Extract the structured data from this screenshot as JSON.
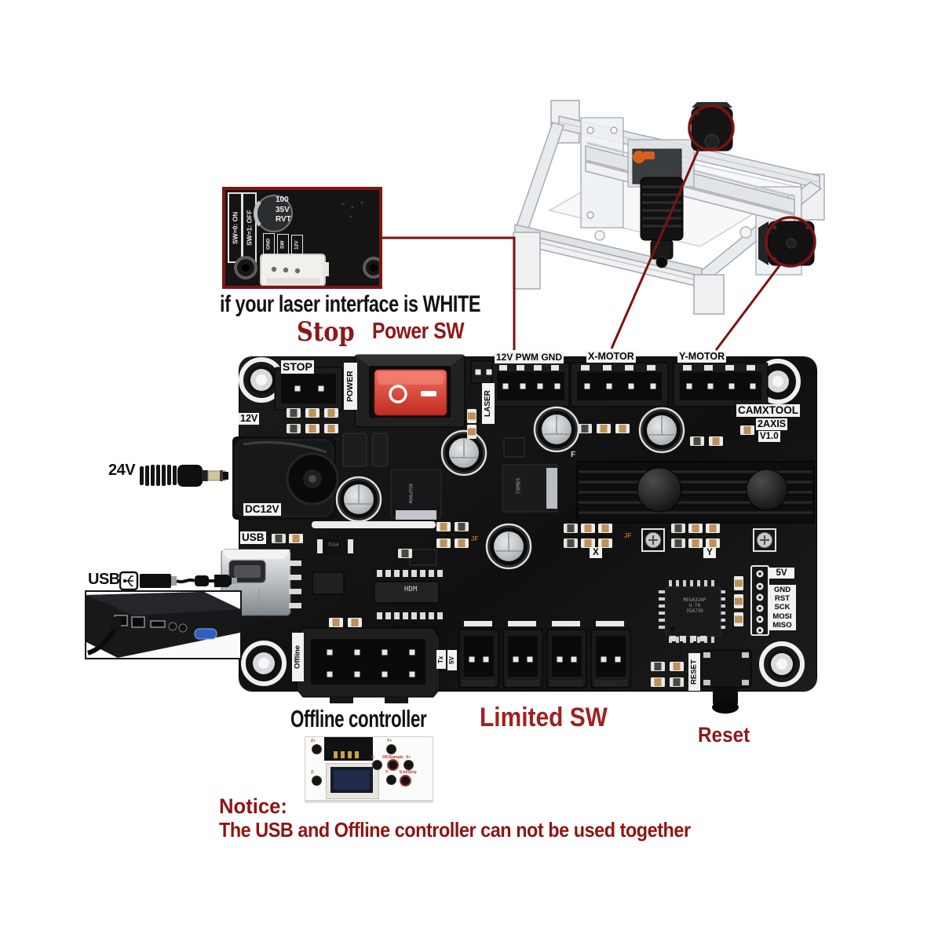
{
  "annotations": {
    "inset_caption": "if your laser interface is WHITE",
    "stop": "Stop",
    "power_sw": "Power SW",
    "v24": "24V",
    "usb": "USB",
    "offline_controller": "Offline controller",
    "limited_sw": "Limited SW",
    "reset": "Reset",
    "notice_title": "Notice:",
    "notice_body": "The USB and Offline controller can not be used together"
  },
  "inset": {
    "sw0": "SW=0: ON",
    "sw1": "SW=1: OFF",
    "cap": [
      "100",
      "35V",
      "RVT"
    ],
    "pins": [
      "GND",
      "SW",
      "12V"
    ]
  },
  "board": {
    "stop": "STOP",
    "power": "POWER",
    "laser": "LASER",
    "pwm": "12V PWM GND",
    "x_motor": "X-MOTOR",
    "y_motor": "Y-MOTOR",
    "brand": [
      "CAMXTOOL",
      "2AXIS",
      "V1.0"
    ],
    "v12": "12V",
    "dc12v": "DC12V",
    "usb": "USB",
    "offline": "Offline",
    "tx": "Tx",
    "v5_bottom": "5V",
    "reset": "RESET",
    "v5": "5V",
    "isp": [
      "GND",
      "RST",
      "SCK",
      "MOSI",
      "MISO"
    ],
    "x": "X",
    "y": "Y",
    "f": "F",
    "jf": "JF",
    "hdm": "HDM",
    "chips": {
      "mcu_lines": [
        "MEGA328P",
        "U-TH",
        "35A73D"
      ],
      "regulator": "78M05",
      "mosfet": "05GP06W",
      "diode": "7554"
    }
  },
  "offline_controller": {
    "buttons": [
      "Z+",
      "Z-",
      "Y+",
      "X-",
      "OK/Sample",
      "X+",
      "Y-",
      "Exit/Stop"
    ]
  },
  "colors": {
    "red_text": "#8e1717",
    "limited_red": "#a02020",
    "leader_line": "#7c1212",
    "board": "#161616",
    "switch_red": "#e2483c"
  }
}
